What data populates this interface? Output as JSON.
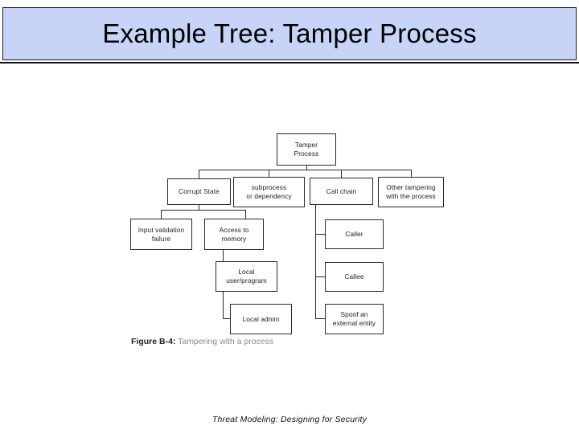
{
  "slide": {
    "title": "Example Tree: Tamper Process",
    "banner_color": "#c7d4f7",
    "background_color": "#ffffff"
  },
  "figure": {
    "caption_label": "Figure B-4:",
    "caption_text": " Tampering with a process",
    "node_border_color": "#2a2a2a",
    "nodes": {
      "root": "Tamper Process",
      "corrupt_state": "Corrupt State",
      "subprocess": "subprocess or dependency",
      "call_chain": "Call chain",
      "other_tampering": "Other tampering with the process",
      "input_validation": "Input validation failure",
      "access_memory": "Access to memory",
      "local_user": "Local user/program",
      "local_admin": "Local admin",
      "caller": "Caller",
      "callee": "Callee",
      "spoof_external": "Spoof an external entity"
    },
    "node_lines": {
      "root": [
        "Tamper",
        "Process"
      ],
      "corrupt_state": [
        "Corrupt State"
      ],
      "subprocess": [
        "subprocess",
        "or dependency"
      ],
      "call_chain": [
        "Call chain"
      ],
      "other_tampering": [
        "Other tampering",
        "with the process"
      ],
      "input_validation": [
        "Input validation",
        "failure"
      ],
      "access_memory": [
        "Access to",
        "memory"
      ],
      "local_user": [
        "Local",
        "user/program"
      ],
      "local_admin": [
        "Local admin"
      ],
      "caller": [
        "Caller"
      ],
      "callee": [
        "Callee"
      ],
      "spoof_external": [
        "Spoof an",
        "external entity"
      ]
    }
  },
  "footer": {
    "text": "Threat Modeling: Designing for Security"
  }
}
